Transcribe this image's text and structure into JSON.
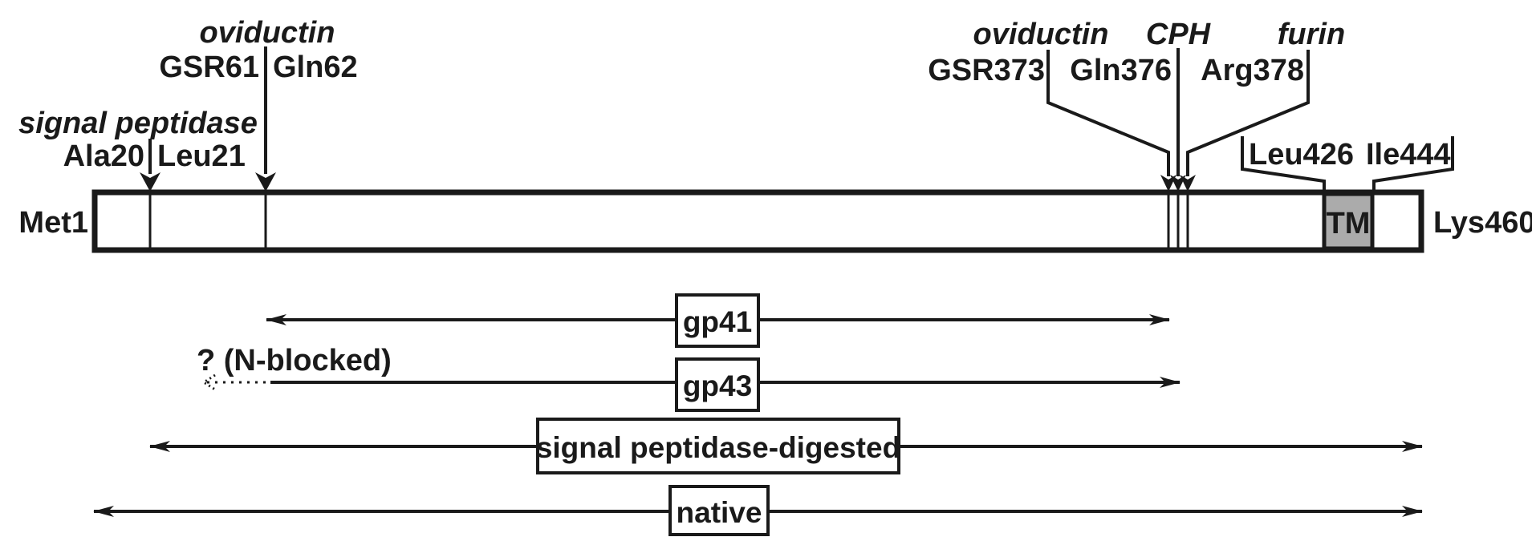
{
  "colors": {
    "ink": "#1a1a1a",
    "tm_fill": "#ababab",
    "background": "#ffffff"
  },
  "bar": {
    "n_terminus": "Met1",
    "c_terminus": "Lys460",
    "tm": "TM"
  },
  "sites": {
    "signal_peptidase": {
      "enzyme": "signal peptidase",
      "before": "Ala20",
      "after": "Leu21"
    },
    "oviductin_n": {
      "enzyme": "oviductin",
      "before": "GSR61",
      "after": "Gln62"
    },
    "oviductin_c": {
      "enzyme": "oviductin",
      "residue": "GSR373"
    },
    "cph": {
      "enzyme": "CPH",
      "residue": "Gln376"
    },
    "furin": {
      "enzyme": "furin",
      "residue": "Arg378"
    },
    "tm_start": "Leu426",
    "tm_end": "Ile444"
  },
  "forms": {
    "gp41": {
      "label": "gp41"
    },
    "gp43": {
      "label": "gp43",
      "note": "? (N-blocked)"
    },
    "sp_digested": {
      "label": "signal peptidase-digested"
    },
    "native": {
      "label": "native"
    }
  }
}
